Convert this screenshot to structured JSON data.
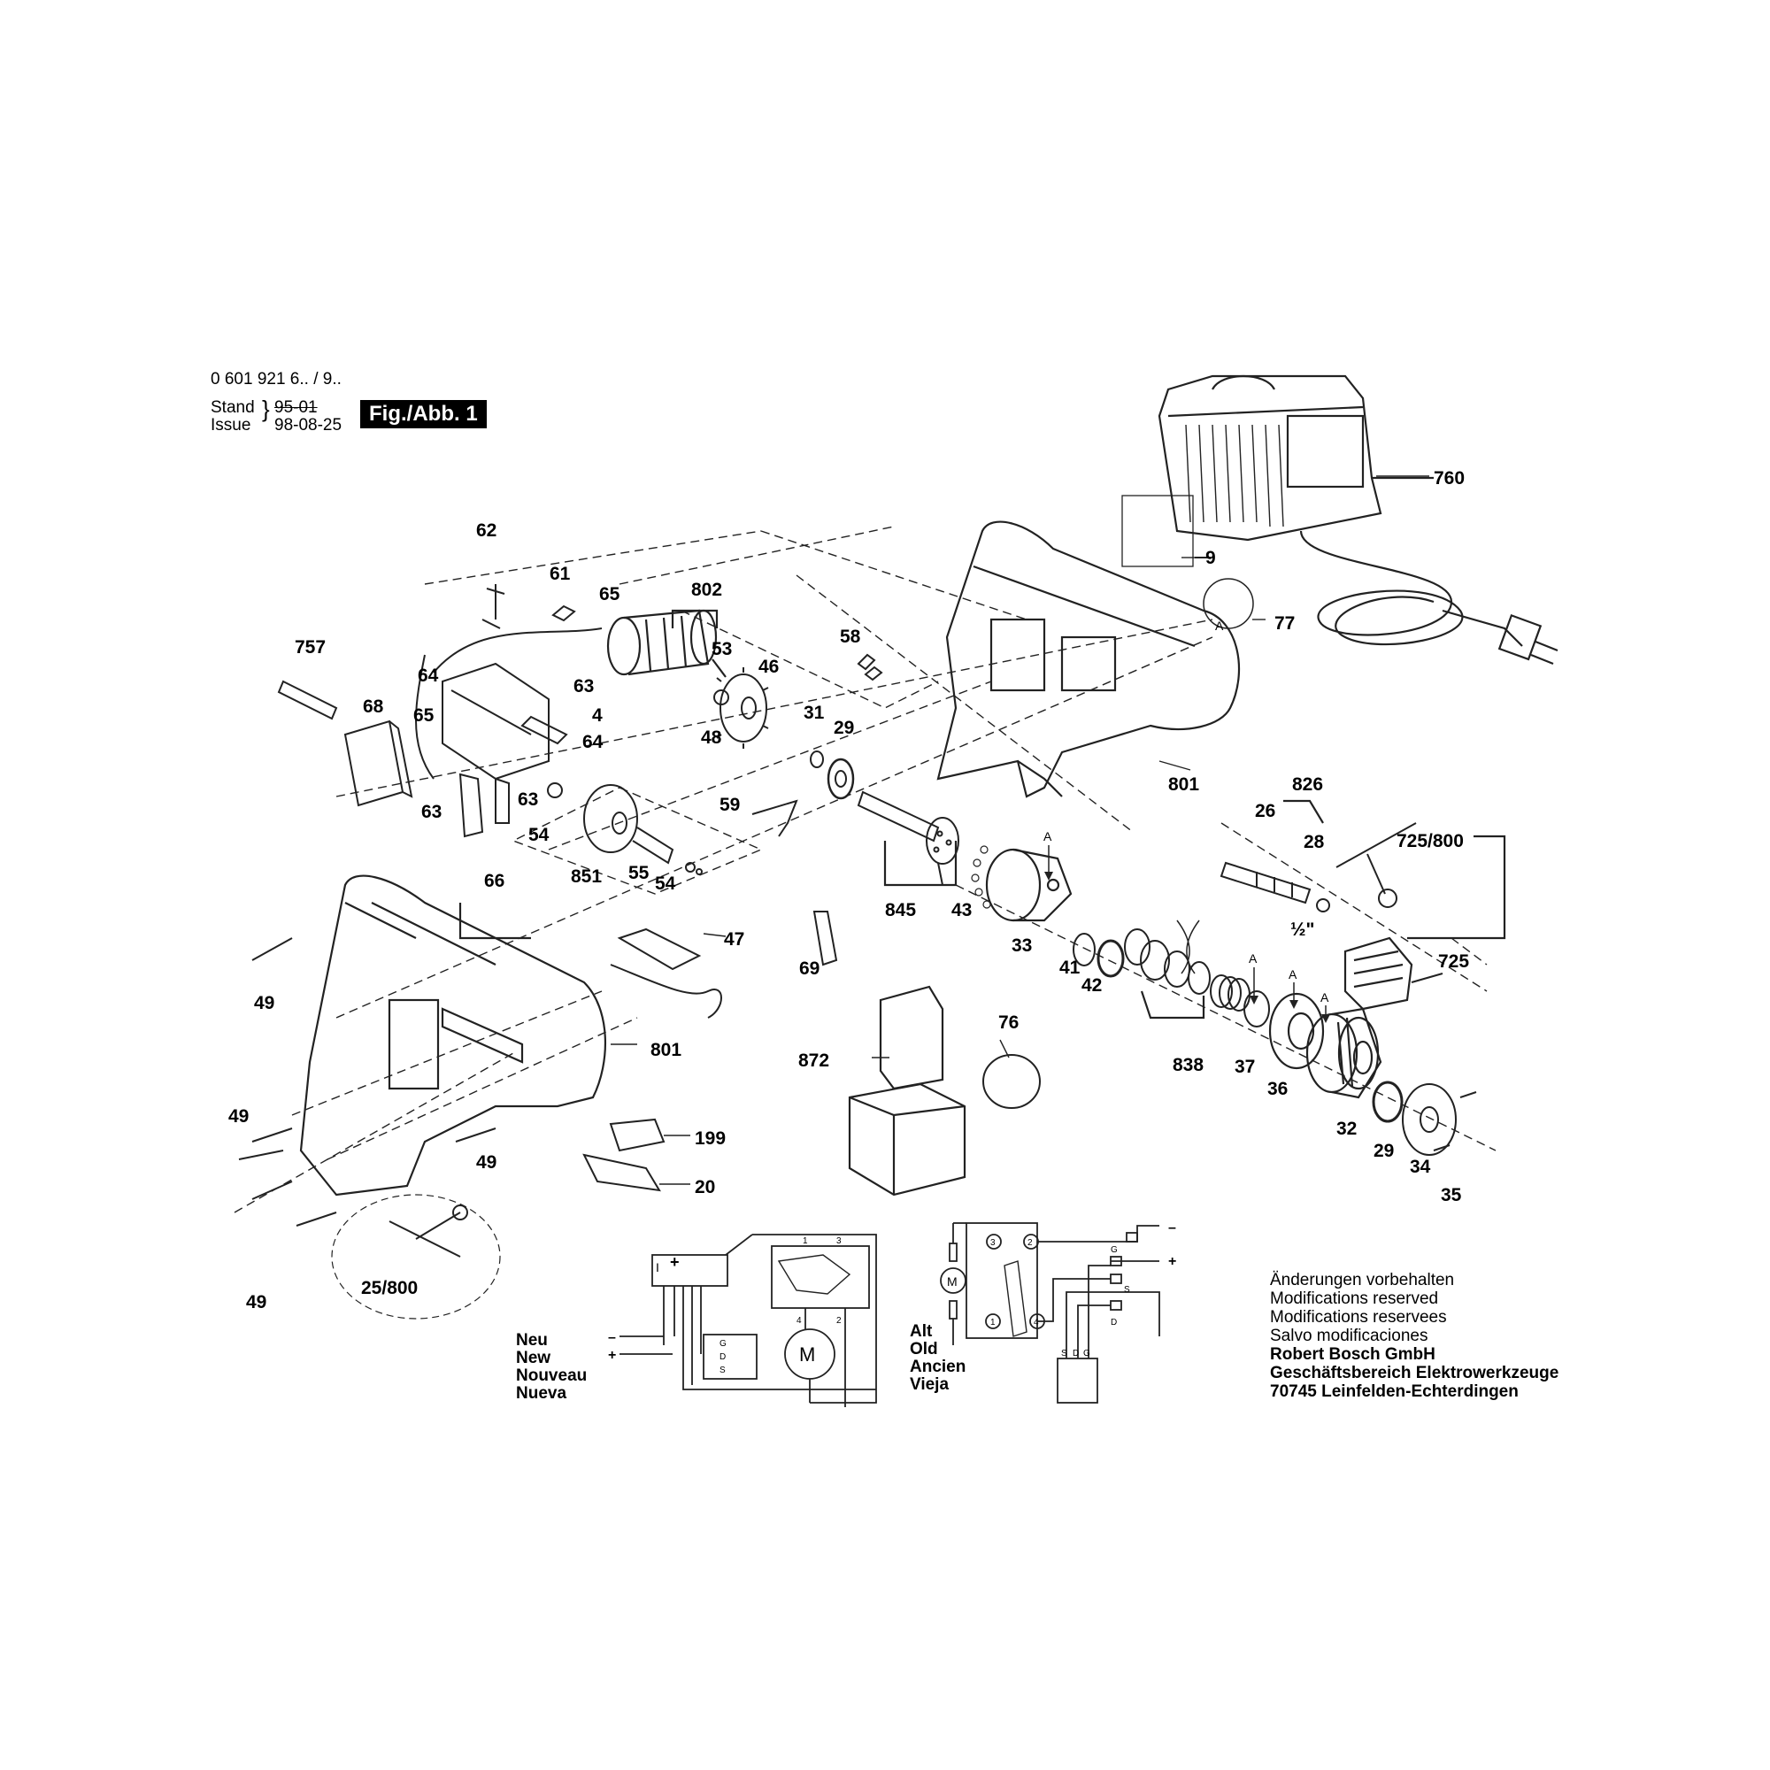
{
  "header": {
    "model": "0 601 921 6.. / 9..",
    "stand_label": "Stand",
    "issue_label": "Issue",
    "date_old": "95-01",
    "date_new": "98-08-25",
    "figure": "Fig./Abb. 1"
  },
  "part_labels": [
    {
      "id": "62",
      "text": "62"
    },
    {
      "id": "61",
      "text": "61"
    },
    {
      "id": "65a",
      "text": "65"
    },
    {
      "id": "802",
      "text": "802"
    },
    {
      "id": "53",
      "text": "53"
    },
    {
      "id": "58",
      "text": "58"
    },
    {
      "id": "46",
      "text": "46"
    },
    {
      "id": "757",
      "text": "757"
    },
    {
      "id": "64a",
      "text": "64"
    },
    {
      "id": "63a",
      "text": "63"
    },
    {
      "id": "68",
      "text": "68"
    },
    {
      "id": "65b",
      "text": "65"
    },
    {
      "id": "4",
      "text": "4"
    },
    {
      "id": "64b",
      "text": "64"
    },
    {
      "id": "48",
      "text": "48"
    },
    {
      "id": "31",
      "text": "31"
    },
    {
      "id": "29a",
      "text": "29"
    },
    {
      "id": "63b",
      "text": "63"
    },
    {
      "id": "63c",
      "text": "63"
    },
    {
      "id": "54a",
      "text": "54"
    },
    {
      "id": "66",
      "text": "66"
    },
    {
      "id": "59",
      "text": "59"
    },
    {
      "id": "851",
      "text": "851"
    },
    {
      "id": "55",
      "text": "55"
    },
    {
      "id": "54b",
      "text": "54"
    },
    {
      "id": "47",
      "text": "47"
    },
    {
      "id": "69",
      "text": "69"
    },
    {
      "id": "845",
      "text": "845"
    },
    {
      "id": "43",
      "text": "43"
    },
    {
      "id": "33",
      "text": "33"
    },
    {
      "id": "41",
      "text": "41"
    },
    {
      "id": "42",
      "text": "42"
    },
    {
      "id": "49a",
      "text": "49"
    },
    {
      "id": "801a",
      "text": "801"
    },
    {
      "id": "801b",
      "text": "801"
    },
    {
      "id": "760",
      "text": "760"
    },
    {
      "id": "9",
      "text": "9"
    },
    {
      "id": "77",
      "text": "77"
    },
    {
      "id": "826",
      "text": "826"
    },
    {
      "id": "26",
      "text": "26"
    },
    {
      "id": "28",
      "text": "28"
    },
    {
      "id": "725_800",
      "text": "725/800"
    },
    {
      "id": "half_inch",
      "text": "½\""
    },
    {
      "id": "725",
      "text": "725"
    },
    {
      "id": "838",
      "text": "838"
    },
    {
      "id": "37",
      "text": "37"
    },
    {
      "id": "36",
      "text": "36"
    },
    {
      "id": "32",
      "text": "32"
    },
    {
      "id": "29b",
      "text": "29"
    },
    {
      "id": "34",
      "text": "34"
    },
    {
      "id": "35",
      "text": "35"
    },
    {
      "id": "872",
      "text": "872"
    },
    {
      "id": "76",
      "text": "76"
    },
    {
      "id": "199",
      "text": "199"
    },
    {
      "id": "20",
      "text": "20"
    },
    {
      "id": "49b",
      "text": "49"
    },
    {
      "id": "49c",
      "text": "49"
    },
    {
      "id": "49d",
      "text": "49"
    },
    {
      "id": "25_800",
      "text": "25/800"
    },
    {
      "id": "A1",
      "text": "A"
    },
    {
      "id": "A2",
      "text": "A"
    },
    {
      "id": "A3",
      "text": "A"
    },
    {
      "id": "A4",
      "text": "A"
    },
    {
      "id": "A5",
      "text": "A"
    }
  ],
  "schematic_new": {
    "legend": [
      "Neu",
      "New",
      "Nouveau",
      "Nueva"
    ],
    "minus": "–",
    "plus": "+",
    "motor": "M",
    "switch_marks": [
      "I",
      "+"
    ],
    "module_pins": [
      "G",
      "D",
      "S"
    ],
    "terminals": [
      "1",
      "3",
      "4",
      "2"
    ]
  },
  "schematic_old": {
    "legend": [
      "Alt",
      "Old",
      "Ancien",
      "Vieja"
    ],
    "motor": "M",
    "minus": "–",
    "plus": "+",
    "terminals": [
      "3",
      "2",
      "1",
      "4"
    ],
    "module_pins": [
      "S",
      "D",
      "G"
    ],
    "side_labels": [
      "G",
      "S",
      "D"
    ]
  },
  "notes": {
    "lines": [
      "Änderungen vorbehalten",
      "Modifications reserved",
      "Modifications reservees",
      "Salvo modificaciones"
    ],
    "company": [
      "Robert Bosch GmbH",
      "Geschäftsbereich Elektrowerkzeuge",
      "70745 Leinfelden-Echterdingen"
    ]
  }
}
